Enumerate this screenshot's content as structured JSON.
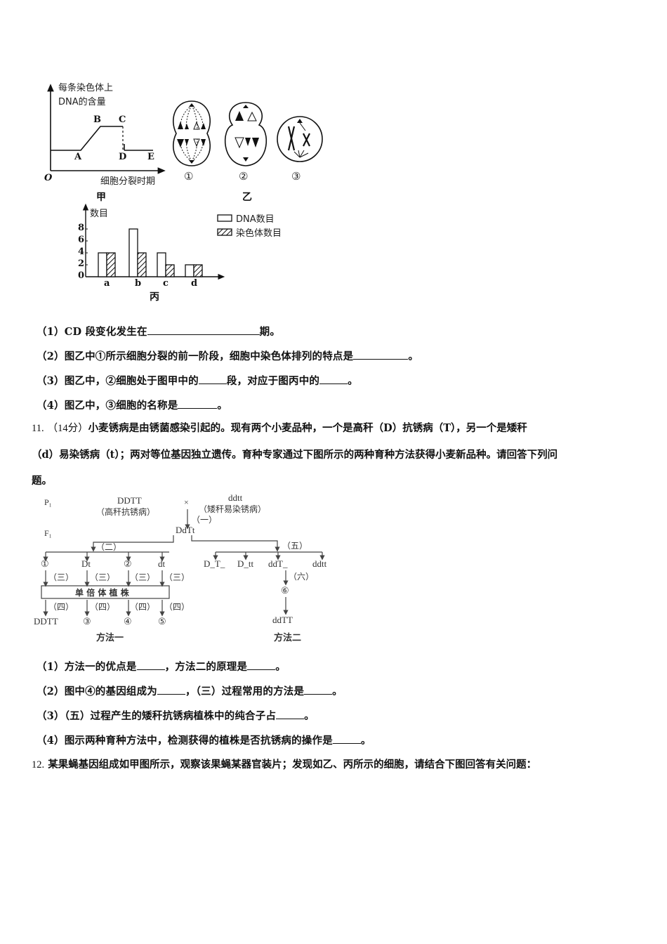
{
  "figure_jia": {
    "y_label_line1": "每条染色体上",
    "y_label_line2": "DNA的含量",
    "x_label": "细胞分裂时期",
    "origin": "O",
    "points": [
      "A",
      "B",
      "C",
      "D",
      "E"
    ],
    "caption": "甲"
  },
  "figure_yi": {
    "cells": [
      "①",
      "②",
      "③"
    ],
    "caption": "乙"
  },
  "chart_data": {
    "type": "bar",
    "title": "丙",
    "xlabel": "",
    "ylabel": "数目",
    "categories": [
      "a",
      "b",
      "c",
      "d"
    ],
    "series": [
      {
        "name": "DNA数目",
        "values": [
          4,
          8,
          4,
          2
        ]
      },
      {
        "name": "染色体数目",
        "values": [
          4,
          4,
          2,
          2
        ]
      }
    ],
    "yticks": [
      "0",
      "2",
      "4",
      "6",
      "8"
    ],
    "ylim": [
      0,
      9
    ],
    "legend_position": "right",
    "grid": false
  },
  "q10": {
    "items": [
      {
        "num": "（1）",
        "before": "CD 段变化发生在",
        "after": "期。"
      },
      {
        "num": "（2）",
        "before": "图乙中①所示细胞分裂的前一阶段，细胞中染色体排列的特点是",
        "after": "。"
      },
      {
        "num": "（3）",
        "before": "图乙中，②细胞处于图甲中的",
        "middle": "段，对应于图丙中的",
        "after": "。"
      },
      {
        "num": "（4）",
        "before": "图乙中，③细胞的名称是",
        "after": "。"
      }
    ]
  },
  "q11": {
    "number": "11.",
    "score": "（14分）",
    "line1": "小麦锈病是由锈菌感染引起的。现有两个小麦品种，一个是高秆（D）抗锈病（T），另一个是矮秆",
    "line2": "（d）易染锈病（t）；两对等位基因独立遗传。育种专家通过下图所示的两种育种方法获得小麦新品种。请回答下列问",
    "line3": "题。",
    "diagram": {
      "p_label": "P₁",
      "f_label": "F₁",
      "parent1": "DDTT",
      "parent1_desc": "（高秆抗锈病）",
      "cross": "×",
      "parent2": "ddtt",
      "parent2_desc": "（矮秆易染锈病）",
      "step1": "（一）",
      "f1": "DdTt",
      "step2": "（二）",
      "step5": "（五）",
      "gametes": [
        "①",
        "Dt",
        "②",
        "dt"
      ],
      "step3": "（三）",
      "haploid_box": "单 倍 体 植 株",
      "step4": "（四）",
      "results1": [
        "DDTT",
        "③",
        "④",
        "⑤"
      ],
      "method1": "方法一",
      "f2": [
        "D_T_",
        "D_tt",
        "ddT_",
        "ddtt"
      ],
      "step6": "（六）",
      "six": "⑥",
      "result2": "ddTT",
      "method2": "方法二"
    },
    "items": [
      {
        "num": "（1）",
        "before": "方法一的优点是",
        "middle": "，方法二的原理是",
        "after": "。"
      },
      {
        "num": "（2）",
        "before": "图中④的基因组成为",
        "middle": "，（三）过程常用的方法是",
        "after": "。"
      },
      {
        "num": "（3）",
        "before": "（五）过程产生的矮秆抗锈病植株中的纯合子占",
        "after": "。"
      },
      {
        "num": "（4）",
        "before": "图示两种育种方法中，检测获得的植株是否抗锈病的操作是",
        "after": "。"
      }
    ]
  },
  "q12": {
    "number": "12.",
    "text": "某果蝇基因组成如甲图所示，观察该果蝇某器官装片；发现如乙、丙所示的细胞，请结合下图回答有关问题："
  }
}
